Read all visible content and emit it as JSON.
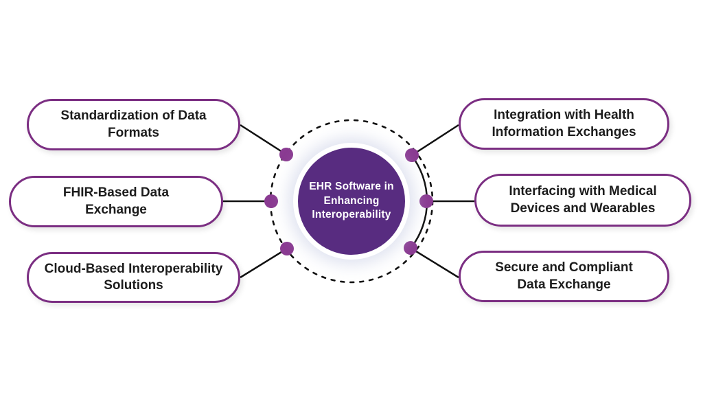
{
  "diagram_title": "EHR Software in Enhancing Interoperability",
  "center": {
    "label": "EHR Software in\nEnhancing\nInteroperability"
  },
  "nodes": [
    {
      "side": "left",
      "position": "top",
      "label": "Standardization of Data\nFormats"
    },
    {
      "side": "left",
      "position": "middle",
      "label": "FHIR-Based Data\nExchange"
    },
    {
      "side": "left",
      "position": "bottom",
      "label": "Cloud-Based Interoperability\nSolutions"
    },
    {
      "side": "right",
      "position": "top",
      "label": "Integration with Health\nInformation Exchanges"
    },
    {
      "side": "right",
      "position": "middle",
      "label": "Interfacing with Medical\nDevices and Wearables"
    },
    {
      "side": "right",
      "position": "bottom",
      "label": "Secure and Compliant\nData Exchange"
    }
  ],
  "colors": {
    "background": "#ffffff",
    "pill_border": "#7b2e82",
    "pill_text": "#1c1c1c",
    "center_fill": "#582c80",
    "center_text": "#ffffff",
    "dot_color": "#8a3b92",
    "line_color": "#111111"
  }
}
